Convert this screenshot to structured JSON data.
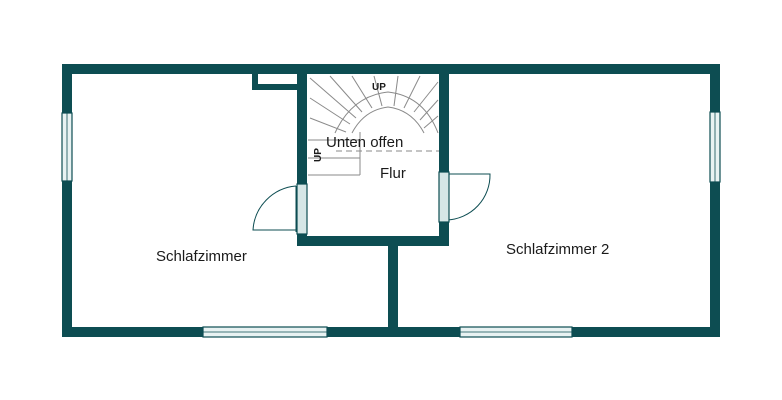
{
  "colors": {
    "wall": "#0d4d52",
    "window_fill": "#e8f2f2",
    "door_fill": "#d6e6e6",
    "stair_line": "#8a8a8a",
    "background": "#ffffff"
  },
  "rooms": {
    "left_room": "Schlafzimmer",
    "right_room": "Schlafzimmer 2",
    "hall": "Flur"
  },
  "stairs": {
    "top_label": "UP",
    "side_label": "UP",
    "note": "Unten offen"
  }
}
